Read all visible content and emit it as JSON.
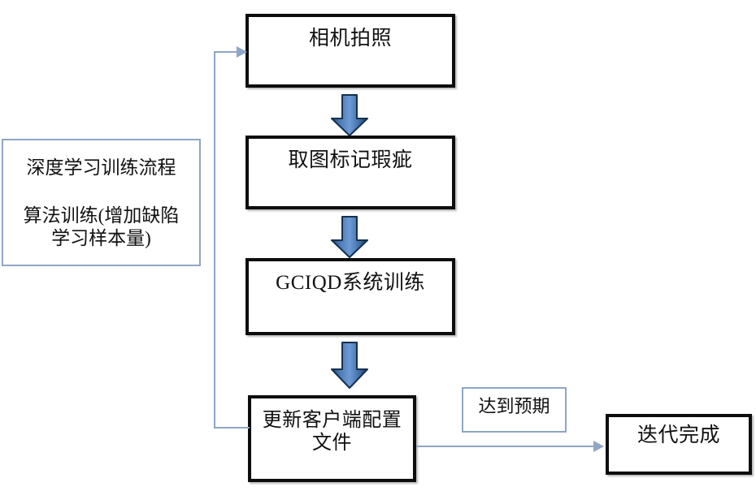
{
  "diagram": {
    "title": "深度学习训练流程",
    "colors": {
      "process_border": "#0d0d0d",
      "note_border": "#8ea6c4",
      "connector": "#8ea6c4",
      "arrow_fill_light": "#5b8ac6",
      "arrow_fill_dark": "#1f3f66",
      "background": "#ffffff",
      "text": "#111111"
    },
    "process_nodes": [
      {
        "id": "camera",
        "label": "相机拍照"
      },
      {
        "id": "mark-defects",
        "label": "取图标记瑕疵"
      },
      {
        "id": "gciqd-training",
        "label": "GCIQD系统训练"
      },
      {
        "id": "update-config",
        "label": "更新客户端配置\n文件"
      },
      {
        "id": "iteration-done",
        "label": "迭代完成"
      }
    ],
    "note_nodes": [
      {
        "id": "training-process",
        "line1": "深度学习训练流程",
        "line2": "算法训练(增加缺陷\n学习样本量)"
      },
      {
        "id": "meets-expectation",
        "line1": "达到预期"
      }
    ],
    "connectors": [
      {
        "id": "camera-to-mark",
        "type": "block-arrow-down"
      },
      {
        "id": "mark-to-gciqd",
        "type": "block-arrow-down"
      },
      {
        "id": "gciqd-to-update",
        "type": "block-arrow-down"
      },
      {
        "id": "update-to-camera-feedback",
        "type": "elbow-arrow-up-left"
      },
      {
        "id": "update-to-done",
        "type": "line-arrow-right"
      }
    ]
  }
}
